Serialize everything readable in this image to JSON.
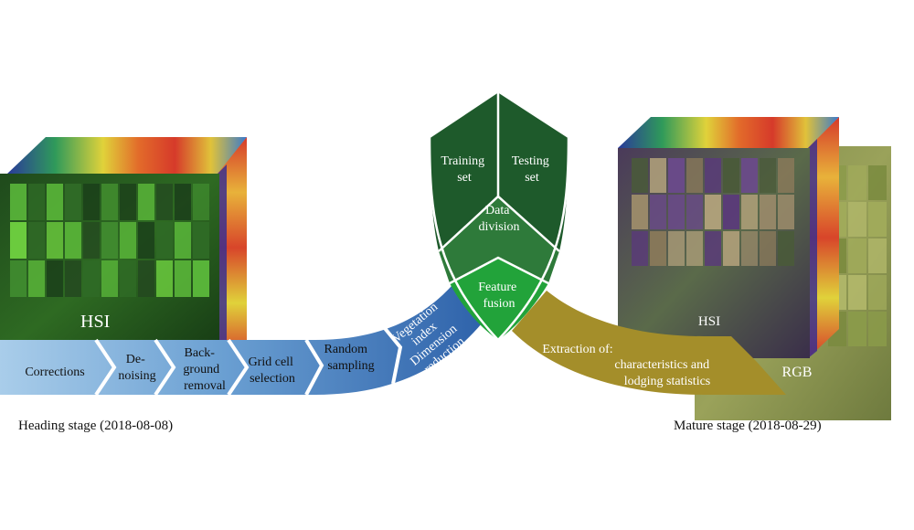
{
  "left_cube": {
    "label": "HSI"
  },
  "right_cube": {
    "label": "HSI",
    "rgb_label": "RGB"
  },
  "steps": [
    {
      "lines": [
        "Corrections"
      ]
    },
    {
      "lines": [
        "De-",
        "noising"
      ]
    },
    {
      "lines": [
        "Back-",
        "ground",
        "removal"
      ]
    },
    {
      "lines": [
        "Grid cell",
        "selection"
      ]
    },
    {
      "lines": [
        "Random",
        "sampling"
      ]
    },
    {
      "lines": [
        "Vegetation",
        "index",
        "Dimension",
        "reduction"
      ]
    }
  ],
  "shield": {
    "training": [
      "Training",
      "set"
    ],
    "testing": [
      "Testing",
      "set"
    ],
    "division": [
      "Data",
      "division"
    ],
    "fusion": [
      "Feature",
      "fusion"
    ]
  },
  "extraction": {
    "title": "Extraction of:",
    "lines": [
      "characteristics and",
      "lodging statistics"
    ]
  },
  "captions": {
    "heading": "Heading stage (2018-08-08)",
    "mature": "Mature stage (2018-08-29)"
  },
  "colors": {
    "step_light": "#a9cdea",
    "step_dark": "#2b5fa8",
    "shield_dark": "#1e5a2b",
    "shield_mid": "#2e7a3a",
    "shield_bright": "#22a33a",
    "extraction": "#a48e2a"
  }
}
